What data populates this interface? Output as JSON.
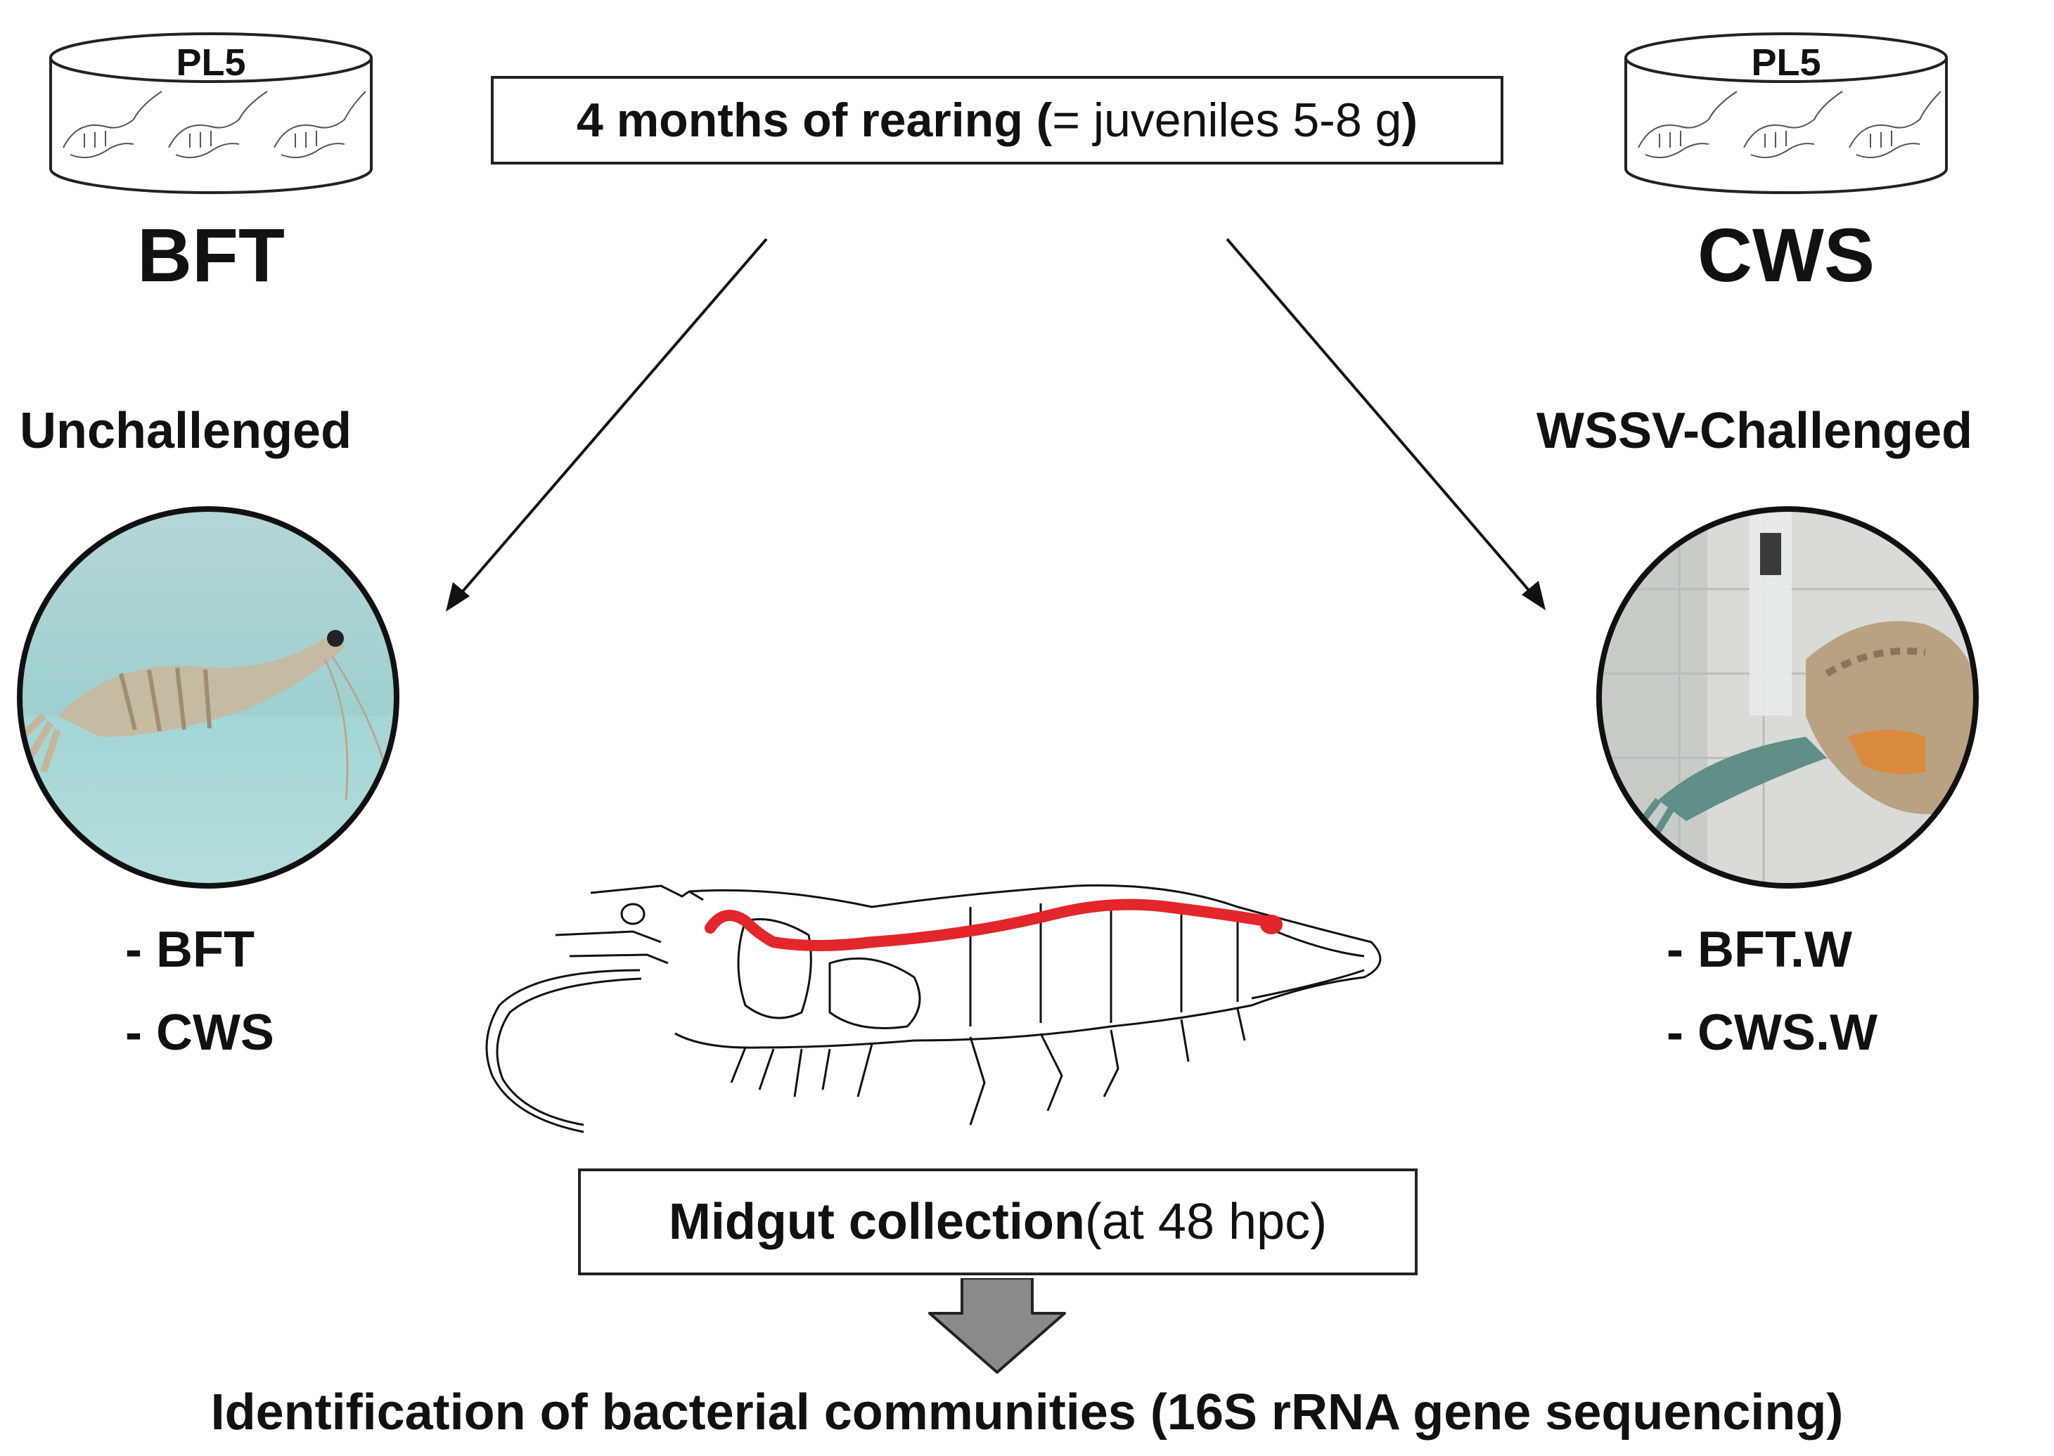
{
  "tanks": {
    "left": {
      "label": "PL5",
      "system": "BFT",
      "icon": "shrimp-tank-icon"
    },
    "right": {
      "label": "PL5",
      "system": "CWS",
      "icon": "shrimp-tank-icon"
    }
  },
  "rearing_box": {
    "bold": "4 months of rearing (",
    "normal": "= juveniles 5-8 g",
    "close": ")"
  },
  "conditions": {
    "left": {
      "title": "Unchallenged",
      "groups": [
        "- BFT",
        "- CWS"
      ],
      "photo": "unchallenged-shrimp-photo"
    },
    "right": {
      "title": "WSSV-Challenged",
      "groups": [
        "- BFT.W",
        "- CWS.W"
      ],
      "photo": "challenged-shrimp-photo"
    }
  },
  "midgut_box": {
    "bold": "Midgut collection",
    "normal": " (at 48 hpc)"
  },
  "final_step": "Identification of bacterial communities (16S rRNA gene sequencing)",
  "colors": {
    "midgut_highlight": "#e3262a",
    "arrow_fill": "#8a8a8a",
    "outline": "#222222"
  }
}
